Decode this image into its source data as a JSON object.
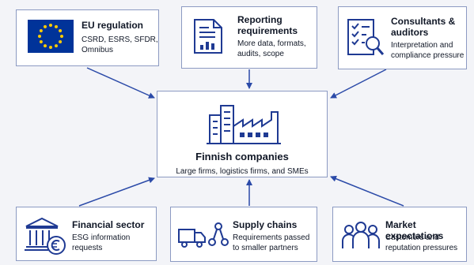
{
  "colors": {
    "accent": "#1f3a93",
    "box_border": "#8c9ac2",
    "background": "#f3f4f8",
    "eu_flag_blue": "#003399",
    "eu_star": "#ffcc00"
  },
  "nodes": {
    "eu_regulation": {
      "title": "EU regulation",
      "description": "CSRD, ESRS, SFDR,\nOmnibus",
      "icon": "eu-flag-icon"
    },
    "reporting": {
      "title": "Reporting\nrequirements",
      "description": "More data, formats,\naudits, scope",
      "icon": "report-chart-icon"
    },
    "consultants": {
      "title": "Consultants &\nauditors",
      "description": "Interpretation and\ncompliance pressure",
      "icon": "checklist-magnifier-icon"
    },
    "center": {
      "title": "Finnish companies",
      "description": "Large firms, logistics firms, and SMEs",
      "icon": "factory-buildings-icon"
    },
    "financial": {
      "title": "Financial sector",
      "description": "ESG information\nrequests",
      "icon": "bank-euro-icon"
    },
    "supply": {
      "title": "Supply chains",
      "description": "Requirements passed\nto smaller partners",
      "icon": "truck-network-icon"
    },
    "market": {
      "title": "Market expectations",
      "description": "Customers and\nreputation pressures",
      "icon": "people-group-icon"
    }
  },
  "edges": [
    {
      "from": "EU regulation",
      "to": "Finnish companies"
    },
    {
      "from": "Reporting requirements",
      "to": "Finnish companies"
    },
    {
      "from": "Consultants & auditors",
      "to": "Finnish companies"
    },
    {
      "from": "Financial sector",
      "to": "Finnish companies"
    },
    {
      "from": "Supply chains",
      "to": "Finnish companies"
    },
    {
      "from": "Market expectations",
      "to": "Finnish companies"
    }
  ]
}
